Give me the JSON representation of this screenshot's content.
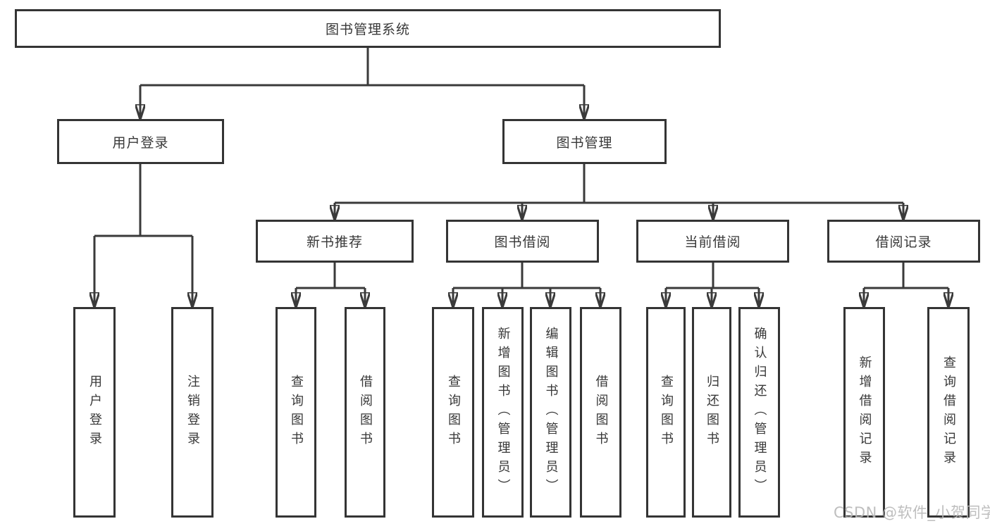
{
  "diagram": {
    "type": "hierarchy-tree",
    "colors": {
      "line": "#3a3a3a",
      "box_border": "#343434",
      "text": "#383838",
      "background": "#ffffff",
      "watermark": "#b8b8b8"
    },
    "watermark": "CSDN @软件_小贺同学",
    "root": {
      "label": "图书管理系统",
      "children": [
        {
          "label": "用户登录",
          "children": [
            {
              "label": "用户登录"
            },
            {
              "label": "注销登录"
            }
          ]
        },
        {
          "label": "图书管理",
          "children": [
            {
              "label": "新书推荐",
              "children": [
                {
                  "label": "查询图书"
                },
                {
                  "label": "借阅图书"
                }
              ]
            },
            {
              "label": "图书借阅",
              "children": [
                {
                  "label": "查询图书"
                },
                {
                  "label": "新增图书（管理员）"
                },
                {
                  "label": "编辑图书（管理员）"
                },
                {
                  "label": "借阅图书"
                }
              ]
            },
            {
              "label": "当前借阅",
              "children": [
                {
                  "label": "查询图书"
                },
                {
                  "label": "归还图书"
                },
                {
                  "label": "确认归还（管理员）"
                }
              ]
            },
            {
              "label": "借阅记录",
              "children": [
                {
                  "label": "新增借阅记录"
                },
                {
                  "label": "查询借阅记录"
                }
              ]
            }
          ]
        }
      ]
    }
  }
}
